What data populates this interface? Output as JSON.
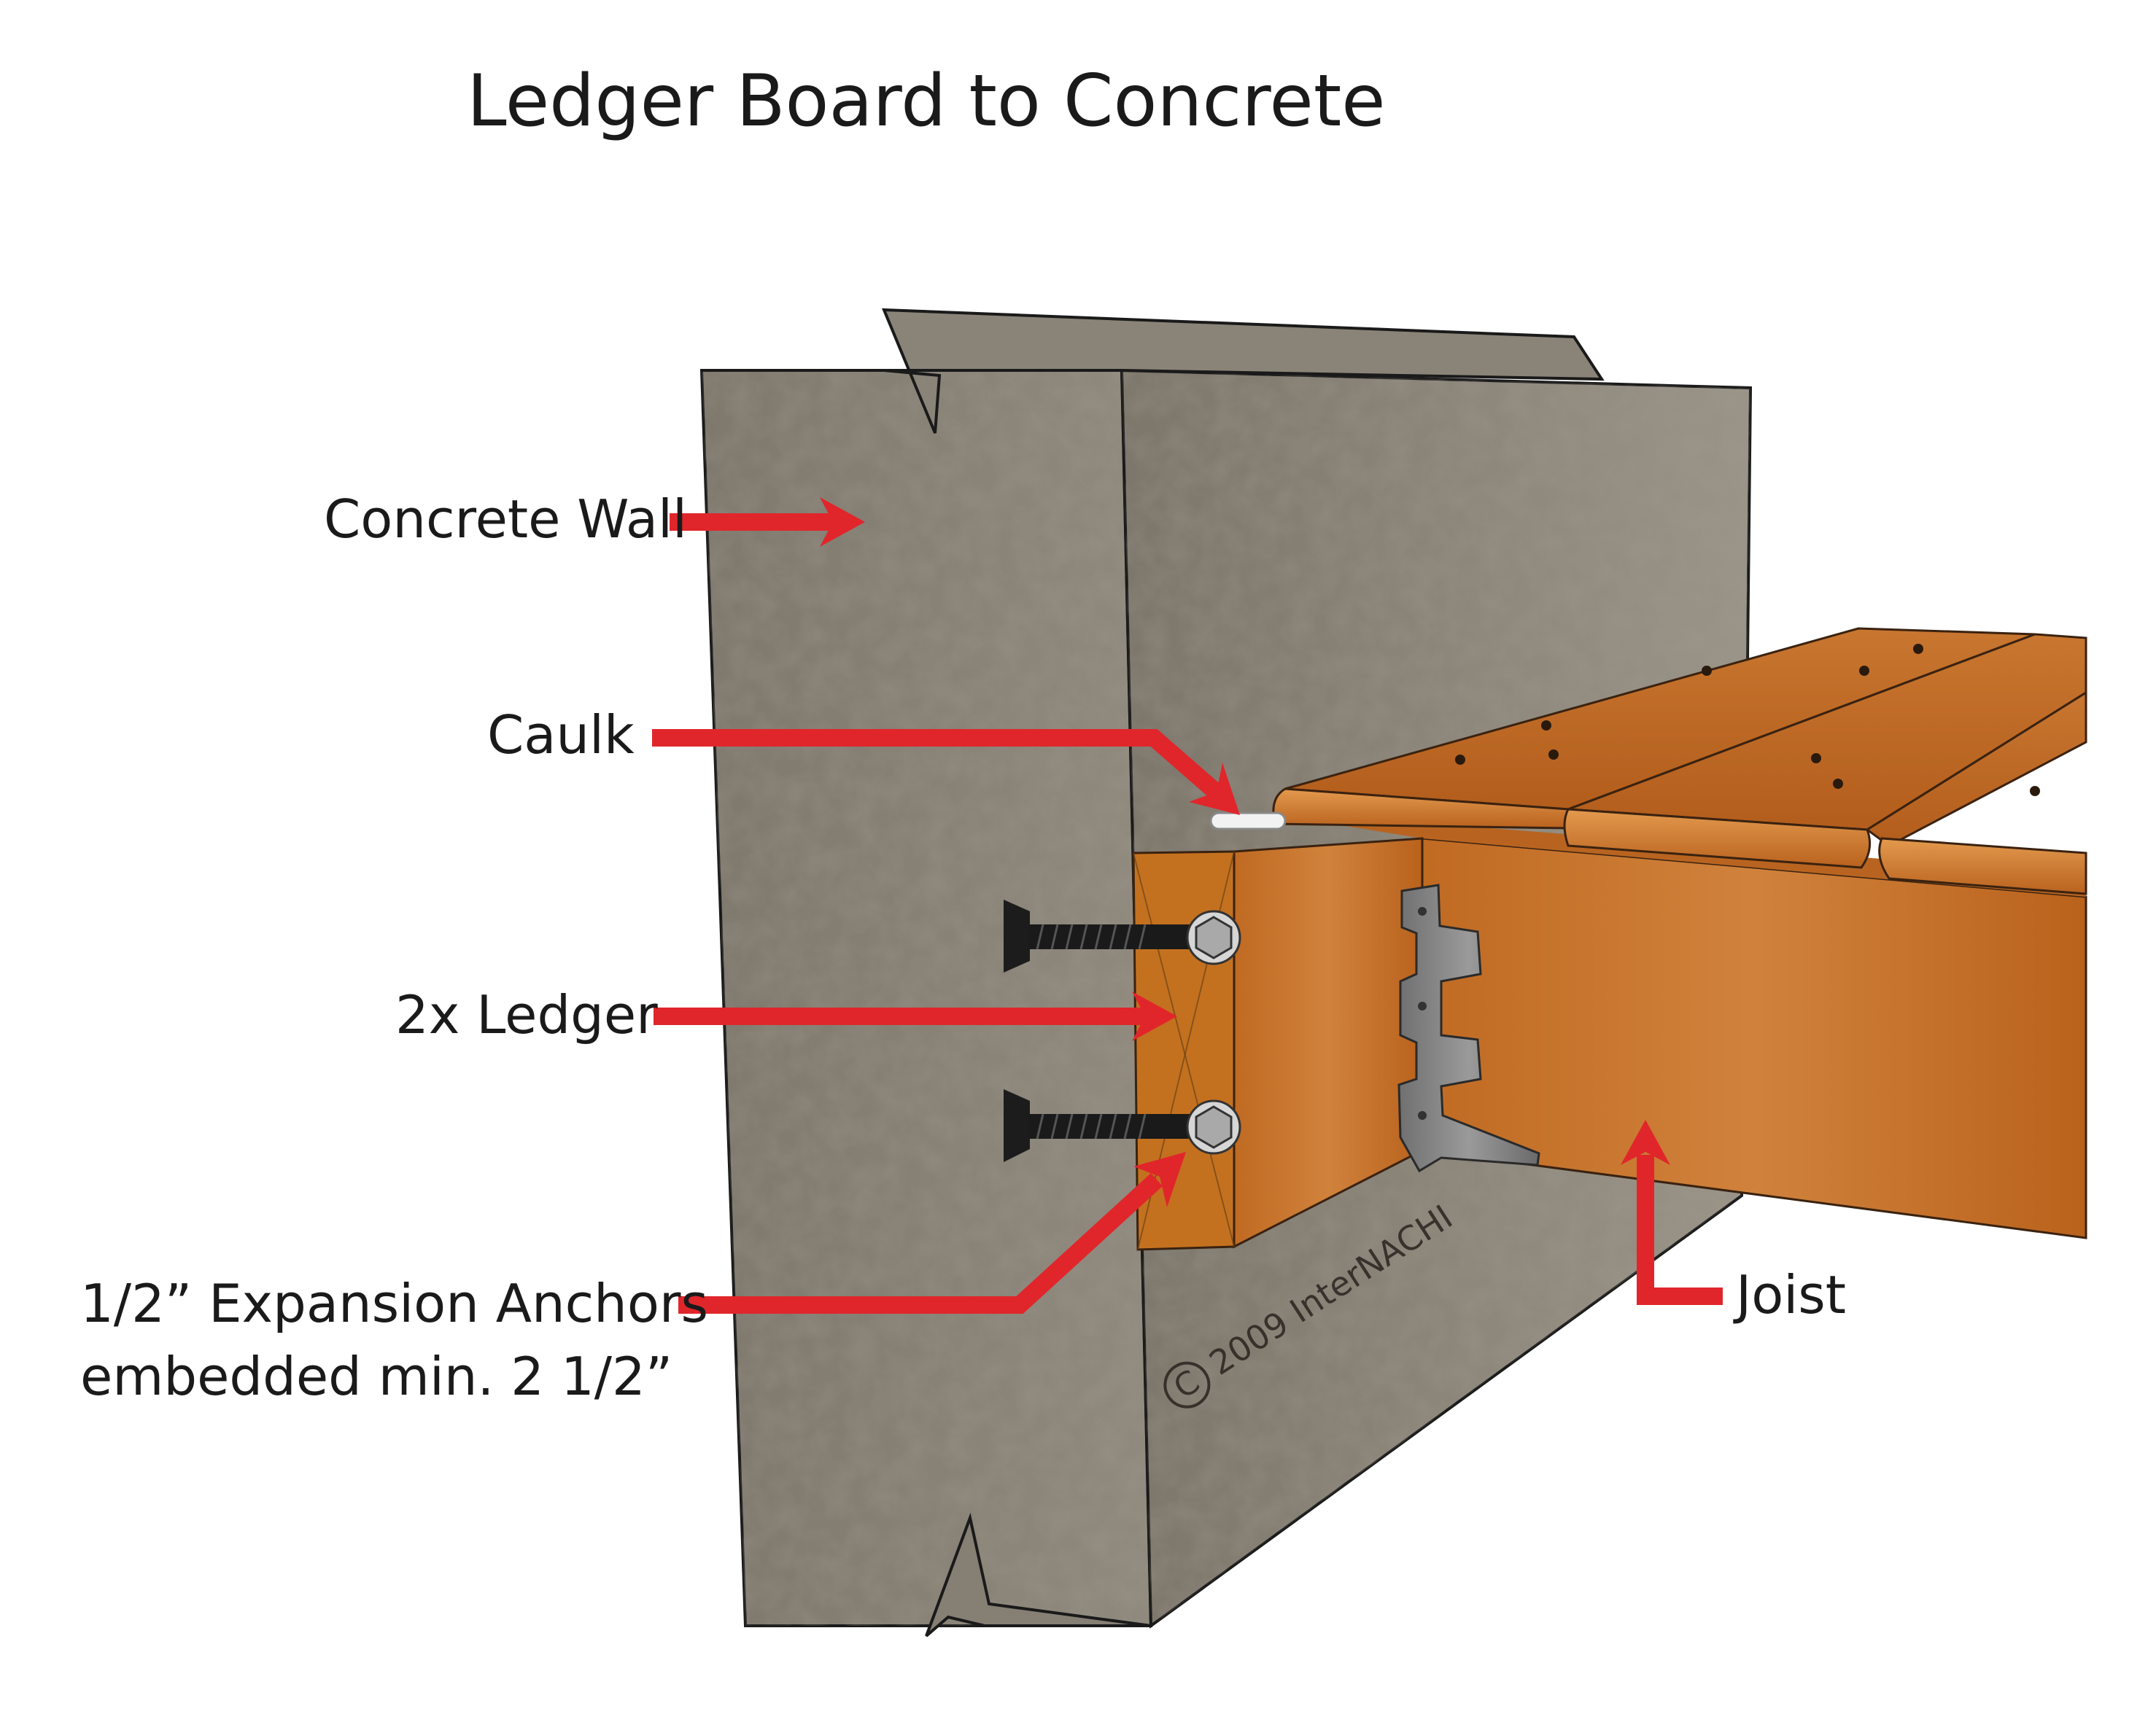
{
  "title": "Ledger Board to Concrete",
  "labels": {
    "concrete_wall": "Concrete Wall",
    "caulk": "Caulk",
    "ledger": "2x Ledger",
    "anchors_line1": "1/2” Expansion Anchors",
    "anchors_line2": "embedded min. 2 1/2”",
    "joist": "Joist"
  },
  "copyright": {
    "symbol": "C",
    "text": "2009 InterNACHI"
  },
  "colors": {
    "arrow": "#e0262b",
    "concrete": "#8c8478",
    "wood": "#c9772c",
    "hanger": "#8a8a8a"
  }
}
